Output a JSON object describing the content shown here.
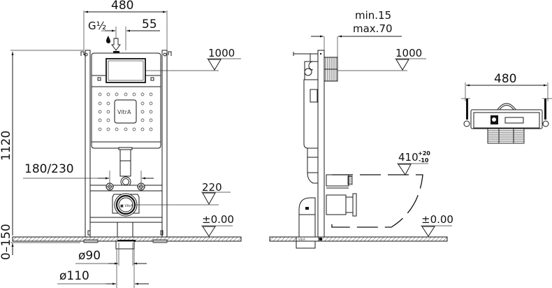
{
  "drawing": {
    "title": "Concealed cistern frame installation drawing",
    "front_view": {
      "width_label": "480",
      "inlet_thread_label": "G½",
      "inlet_offset_label": "55",
      "height_label": "1120",
      "floor_adjust_label": "0–150",
      "bolt_spacing_label": "180/230",
      "flush_plate_level_label": "1000",
      "outlet_level_label": "220",
      "floor_level_label": "±0.00",
      "drain_inner_label": "ø90",
      "drain_outer_label": "ø110",
      "brand_logo": "VitrA"
    },
    "side_view": {
      "wall_depth_min_label": "min.15",
      "wall_depth_max_label": "max.70",
      "flush_plate_level_label": "1000",
      "seat_height_label": "410",
      "seat_height_tol_plus": "+20",
      "seat_height_tol_minus": "-10",
      "floor_level_label": "±0.00"
    },
    "top_view": {
      "width_label": "480"
    },
    "icons": {
      "water_drop": "water-drop-icon",
      "water_inlet_arrow": "arrow-down-icon",
      "level_marker": "level-triangle-icon"
    },
    "colors": {
      "line": "#1a1a1a",
      "background": "#ffffff",
      "hatch": "#555555"
    }
  }
}
